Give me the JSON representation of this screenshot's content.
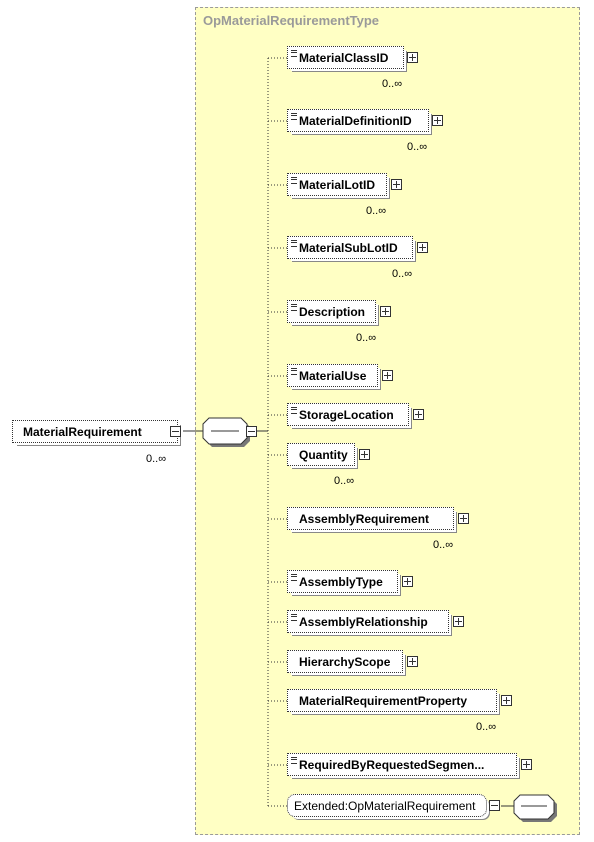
{
  "type_name": "OpMaterialRequirementType",
  "root": {
    "label": "MaterialRequirement",
    "cardinality": "0..∞"
  },
  "children": [
    {
      "label": "MaterialClassID",
      "cardinality": "0..∞"
    },
    {
      "label": "MaterialDefinitionID",
      "cardinality": "0..∞"
    },
    {
      "label": "MaterialLotID",
      "cardinality": "0..∞"
    },
    {
      "label": "MaterialSubLotID",
      "cardinality": "0..∞"
    },
    {
      "label": "Description",
      "cardinality": "0..∞"
    },
    {
      "label": "MaterialUse",
      "cardinality": ""
    },
    {
      "label": "StorageLocation",
      "cardinality": ""
    },
    {
      "label": "Quantity",
      "cardinality": "0..∞"
    },
    {
      "label": "AssemblyRequirement",
      "cardinality": "0..∞"
    },
    {
      "label": "AssemblyType",
      "cardinality": ""
    },
    {
      "label": "AssemblyRelationship",
      "cardinality": ""
    },
    {
      "label": "HierarchyScope",
      "cardinality": ""
    },
    {
      "label": "MaterialRequirementProperty",
      "cardinality": "0..∞"
    },
    {
      "label": "RequiredByRequestedSegmen...",
      "cardinality": ""
    },
    {
      "label": "Extended:OpMaterialRequirement",
      "cardinality": ""
    }
  ]
}
